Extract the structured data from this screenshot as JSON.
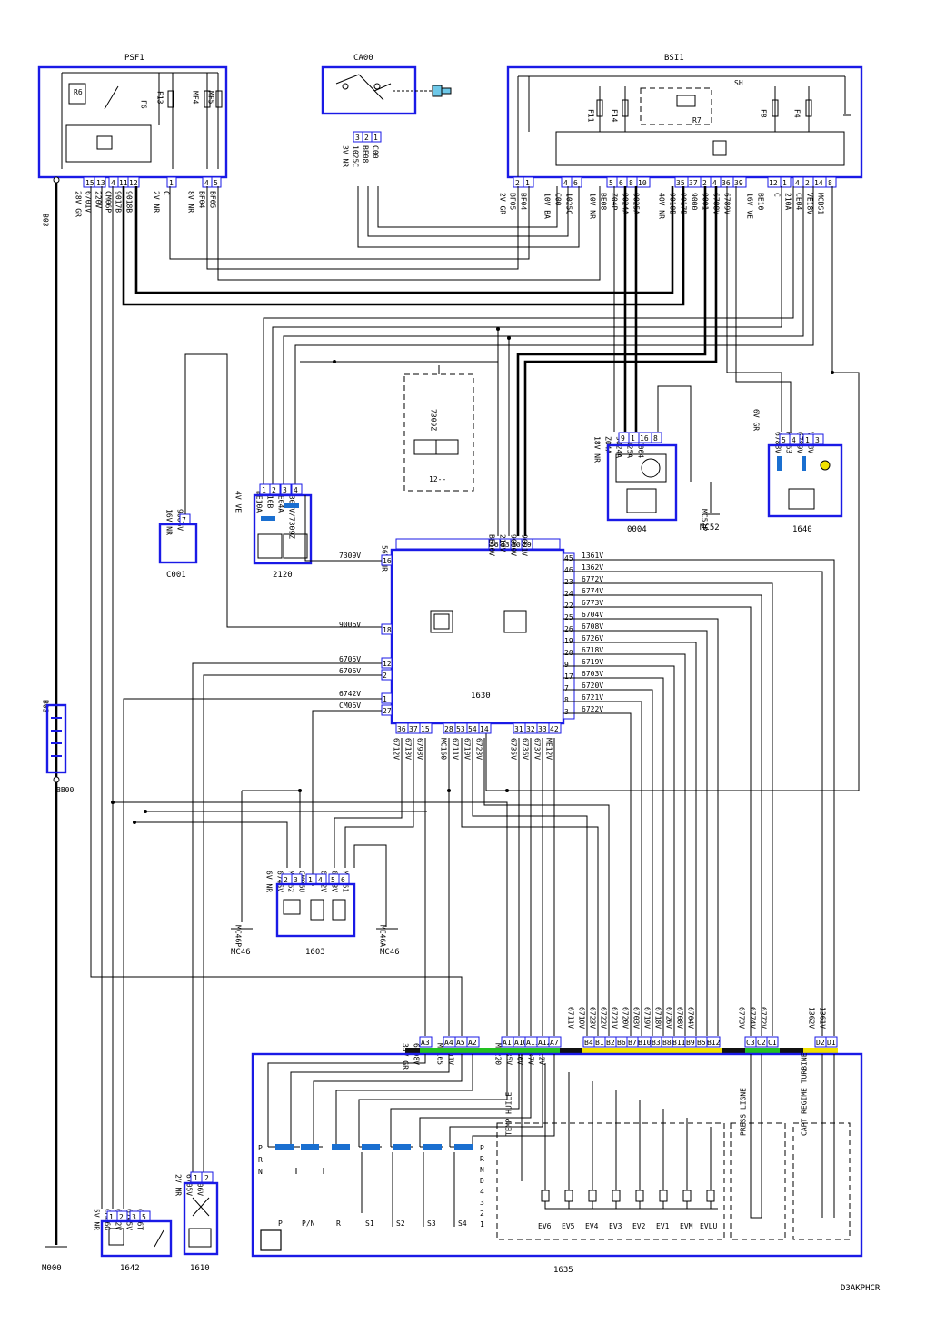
{
  "components": {
    "psf1": {
      "name": "PSF1",
      "fuses": [
        "R6",
        "F6",
        "F13",
        "MF4",
        "MF5"
      ],
      "pins": [
        "15",
        "13",
        "4",
        "11",
        "12",
        "1",
        "4",
        "5"
      ],
      "wires": [
        "28V GR",
        "6701V",
        "220V",
        "CM06P",
        "9017B",
        "9018B",
        "2V NR",
        "C",
        "8V NR",
        "BF04",
        "BF05"
      ]
    },
    "ca00": {
      "name": "CA00",
      "pins": [
        "3",
        "2",
        "1"
      ],
      "wires": [
        "3V NR",
        "1025C",
        "BE08",
        "C00"
      ]
    },
    "bsi1": {
      "name": "BSI1",
      "relays": [
        "R7",
        "F11",
        "F14",
        "F8",
        "F4",
        "SH"
      ],
      "pins": [
        "2",
        "1",
        "4",
        "6",
        "5",
        "6",
        "8",
        "10",
        "35",
        "37",
        "2",
        "4",
        "36",
        "39",
        "12",
        "1",
        "4",
        "2",
        "14",
        "8"
      ],
      "wires": [
        "2V GR",
        "BF05",
        "BF04",
        "10V BA",
        "C00",
        "1025C",
        "10V NR",
        "BE08",
        "Z04P",
        "9024A",
        "9025A",
        "40V NR",
        "9018B",
        "9017B",
        "9000",
        "9001",
        "6788V",
        "6789V",
        "16V VE",
        "BE10",
        "C",
        "210A",
        "CE04",
        "VE18V",
        "MCBS1"
      ]
    },
    "c7309z": {
      "name": "7309Z",
      "sub": "12--"
    },
    "c2120": {
      "name": "2120",
      "pins": [
        "1",
        "2",
        "3",
        "4"
      ],
      "wires": [
        "4V VE",
        "BE10A",
        "210B",
        "CE04A",
        "7309V/7309Z"
      ]
    },
    "c001": {
      "name": "C001",
      "pins": [
        "7"
      ],
      "wires": [
        "16V NR",
        "9006V"
      ]
    },
    "c0004": {
      "name": "0004",
      "pins": [
        "9",
        "1",
        "16",
        "8"
      ],
      "wires": [
        "18V NR",
        "Z04A",
        "9024A",
        "9025A",
        "MC004"
      ]
    },
    "mc52": {
      "name": "MC52",
      "wire": "MC52P"
    },
    "c1640": {
      "name": "1640",
      "pins": [
        "5",
        "4",
        "1",
        "3"
      ],
      "wires": [
        "6V GR",
        "6788V",
        "MC163",
        "6789V",
        "VE18V"
      ]
    },
    "c1630": {
      "name": "1630",
      "header": "56V NR",
      "top_pins": [
        "56",
        "43",
        "30",
        "29"
      ],
      "top_wires": [
        "BE10V",
        "210V",
        "9000V",
        "9001V"
      ],
      "left": [
        [
          "16",
          "7309V"
        ],
        [
          "18",
          "9006V"
        ],
        [
          "12",
          "6705V"
        ],
        [
          "2",
          "6706V"
        ],
        [
          "1",
          "6742V"
        ],
        [
          "27",
          "CM06V"
        ]
      ],
      "right": [
        [
          "45",
          "1361V"
        ],
        [
          "46",
          "1362V"
        ],
        [
          "23",
          "6772V"
        ],
        [
          "24",
          "6774V"
        ],
        [
          "22",
          "6773V"
        ],
        [
          "25",
          "6704V"
        ],
        [
          "26",
          "6708V"
        ],
        [
          "19",
          "6726V"
        ],
        [
          "20",
          "6718V"
        ],
        [
          "9",
          "6719V"
        ],
        [
          "17",
          "6703V"
        ],
        [
          "7",
          "6720V"
        ],
        [
          "8",
          "6721V"
        ],
        [
          "3",
          "6722V"
        ]
      ],
      "bottom_pins": [
        "36",
        "37",
        "15",
        "28",
        "53",
        "54",
        "14",
        "31",
        "32",
        "33",
        "42"
      ],
      "bottom_wires": [
        "6712V",
        "6713V",
        "6798V",
        "MC160",
        "6711V",
        "6710V",
        "6723V",
        "6735V",
        "6736V",
        "6737V",
        "ME12V"
      ]
    },
    "b03": {
      "name": "B03",
      "bottom": "BB00"
    },
    "c1603": {
      "name": "1603",
      "pins": [
        "2",
        "3",
        "1",
        "4",
        "5",
        "6"
      ],
      "wires": [
        "6V NR",
        "6745V",
        "MC162",
        "CM06U",
        "6712V",
        "6713V",
        "ME161"
      ]
    },
    "mc46a": {
      "name": "MC46",
      "wire": "MC46P"
    },
    "mc46b": {
      "name": "MC46",
      "wire": "ME46A"
    },
    "c1635": {
      "name": "1635",
      "conn_a": [
        "A3",
        "A4",
        "A5",
        "A2",
        "A1",
        "A10",
        "A11",
        "A12",
        "A7"
      ],
      "conn_a_wires": [
        "33V GR",
        "6798V",
        "MC165",
        "6701V",
        "MC220",
        "6735V",
        "6736V",
        "6737V",
        "ME12V"
      ],
      "conn_b": [
        "B4",
        "B1",
        "B2",
        "B6",
        "B7",
        "B10",
        "B3",
        "B8",
        "B11",
        "B9",
        "B5",
        "B12"
      ],
      "conn_b_wires": [
        "6711V",
        "6710V",
        "6723V",
        "6722V",
        "6721V",
        "6720V",
        "6703V",
        "6719V",
        "6718V",
        "6726V",
        "6708V",
        "6704V"
      ],
      "conn_c": [
        "C3",
        "C2",
        "C1"
      ],
      "conn_c_wires": [
        "6773V",
        "6774V",
        "6772V"
      ],
      "conn_d": [
        "D2",
        "D1"
      ],
      "conn_d_wires": [
        "1362V",
        "1361V"
      ],
      "positions": [
        "P",
        "P/N",
        "R",
        "S1",
        "S2",
        "S3",
        "S4"
      ],
      "solenoids": [
        "EV6",
        "EV5",
        "EV4",
        "EV3",
        "EV2",
        "EV1",
        "EVM",
        "EVLU"
      ],
      "sensors": [
        "TEMP HUILE",
        "PRESS LIGNE",
        "CAPT REGIME TURBINE"
      ],
      "selector": [
        "P",
        "R",
        "N"
      ],
      "gears": [
        "D",
        "4",
        "3",
        "2",
        "1"
      ]
    },
    "c1642": {
      "name": "1642",
      "pins": [
        "1",
        "2",
        "3",
        "5"
      ],
      "wires": [
        "5V NR",
        "CM06G",
        "6742V",
        "6745V",
        "CM06T"
      ]
    },
    "c1610": {
      "name": "1610",
      "pins": [
        "1",
        "2"
      ],
      "wires": [
        "2V NR",
        "6705V",
        "6706V"
      ]
    },
    "m000": {
      "name": "M000"
    }
  },
  "drawing_ref": "D3AKPHCR"
}
